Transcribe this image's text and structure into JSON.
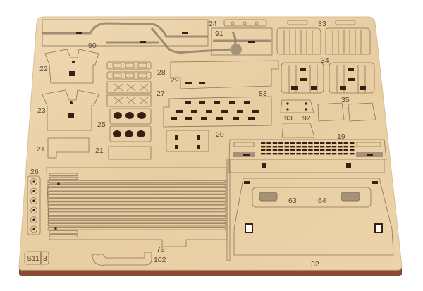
{
  "sheet": {
    "code": "S11",
    "sheet_number": "3",
    "part_labels": {
      "p90": "90",
      "p91": "91",
      "p24": "24",
      "p33": "33",
      "p22": "22",
      "p28": "28",
      "p29": "29",
      "p34": "34",
      "p27": "27",
      "p83": "83",
      "p23": "23",
      "p35": "35",
      "p93": "93",
      "p92": "92",
      "p25": "25",
      "p20": "20",
      "p19": "19",
      "p21a": "21",
      "p21b": "21",
      "p26": "26",
      "p63": "63",
      "p64": "64",
      "p79": "79",
      "p102": "102",
      "p32": "32"
    }
  },
  "colors": {
    "wood": "#ecd3aa",
    "edge": "#8b4a35",
    "cut": "#8c7558",
    "slot": "#3b1d12"
  }
}
